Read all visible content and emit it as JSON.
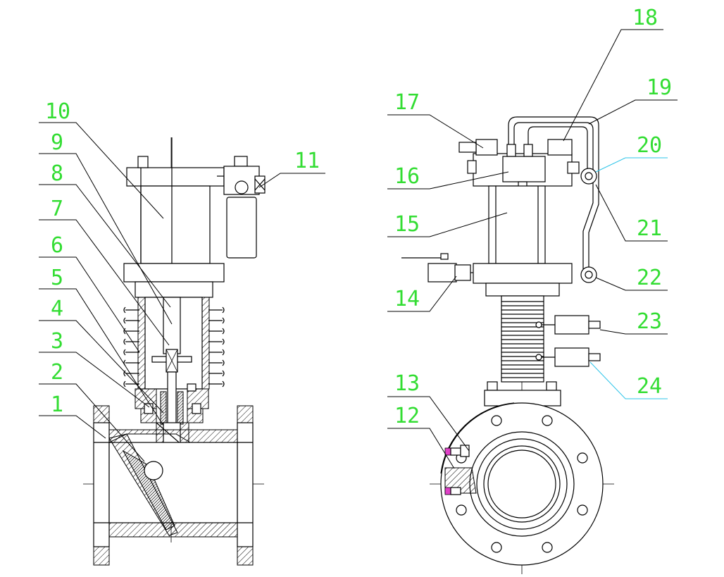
{
  "callouts": [
    {
      "id": "1",
      "text": "1"
    },
    {
      "id": "2",
      "text": "2"
    },
    {
      "id": "3",
      "text": "3"
    },
    {
      "id": "4",
      "text": "4"
    },
    {
      "id": "5",
      "text": "5"
    },
    {
      "id": "6",
      "text": "6"
    },
    {
      "id": "7",
      "text": "7"
    },
    {
      "id": "8",
      "text": "8"
    },
    {
      "id": "9",
      "text": "9"
    },
    {
      "id": "10",
      "text": "10"
    },
    {
      "id": "11",
      "text": "11"
    },
    {
      "id": "12",
      "text": "12"
    },
    {
      "id": "13",
      "text": "13"
    },
    {
      "id": "14",
      "text": "14"
    },
    {
      "id": "15",
      "text": "15"
    },
    {
      "id": "16",
      "text": "16"
    },
    {
      "id": "17",
      "text": "17"
    },
    {
      "id": "18",
      "text": "18"
    },
    {
      "id": "19",
      "text": "19"
    },
    {
      "id": "20",
      "text": "20"
    },
    {
      "id": "21",
      "text": "21"
    },
    {
      "id": "22",
      "text": "22"
    },
    {
      "id": "23",
      "text": "23"
    },
    {
      "id": "24",
      "text": "24"
    }
  ],
  "colors": {
    "label": "#33dd33",
    "leader_highlight": "#2ec4e8",
    "accent_part": "#e040c8",
    "line": "#000000"
  }
}
